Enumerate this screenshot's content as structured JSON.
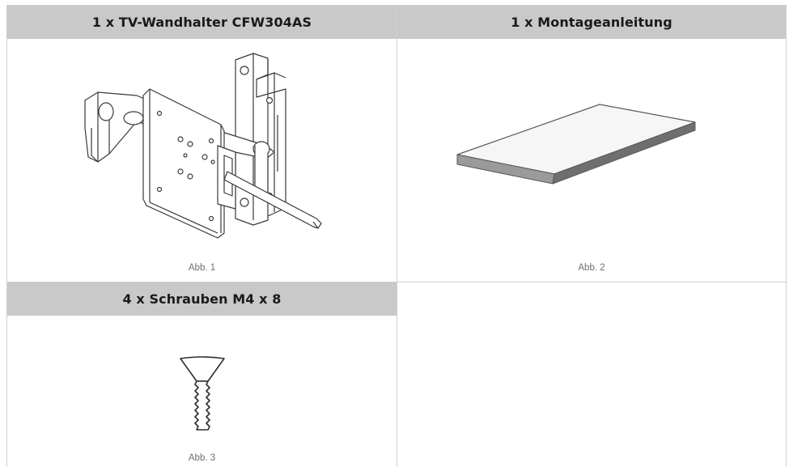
{
  "items": [
    {
      "id": "tv-mount",
      "title": "1 x TV-Wandhalter CFW304AS",
      "caption": "Abb. 1",
      "icon": "tv-wall-mount-icon"
    },
    {
      "id": "manual",
      "title": "1 x Montageanleitung",
      "caption": "Abb. 2",
      "icon": "manual-booklet-icon"
    },
    {
      "id": "screws",
      "title": "4 x Schrauben M4 x 8",
      "caption": "Abb. 3",
      "icon": "countersunk-screw-icon"
    }
  ],
  "colors": {
    "header_bg": "#c9c9c9",
    "border": "#cfcfcf",
    "line_art": "#3a3a3a",
    "caption_text": "#6f6f6f"
  }
}
